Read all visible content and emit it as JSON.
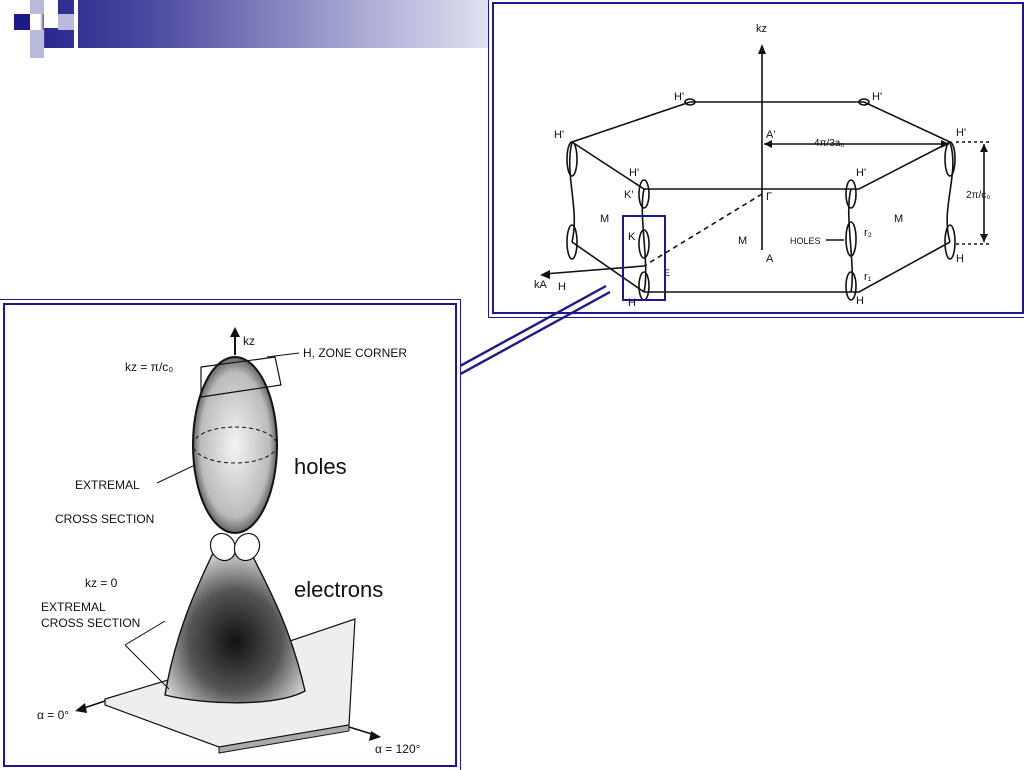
{
  "colors": {
    "frame": "#1a1a8c",
    "arrow": "#1a1a8c",
    "deco_dark": "#1a1a8c",
    "deco_light": "#b9b9dc"
  },
  "bz_diagram": {
    "kz_axis": "kz",
    "ka_axis": "kA",
    "h_prime_1": "H'",
    "h_prime_2": "H'",
    "h_prime_3": "H'",
    "h_prime_4": "H'",
    "h_prime_5": "H'",
    "h_prime_6": "H'",
    "a_prime": "A'",
    "dim_top": "4π/3a₀",
    "dim_side": "2π/c₀",
    "k_prime": "K'",
    "gamma": "Γ",
    "k_label": "K",
    "m_left": "M",
    "m_center": "M",
    "m_right": "M",
    "a_label": "A",
    "holes_label": "HOLES",
    "r2_label": "r₂",
    "r1_label": "r₁",
    "e_label": "E",
    "h_bottom_left": "H",
    "h_bottom_mid": "H",
    "h_bottom_right": "H",
    "h_right": "H"
  },
  "fs_diagram": {
    "kz_axis": "kz",
    "kz_pi": "kz = π/c₀",
    "zone_corner": "H, ZONE CORNER",
    "extremal_1": "EXTREMAL",
    "cross_section_1": "CROSS SECTION",
    "kz_zero": "kz = 0",
    "extremal_2": "EXTREMAL",
    "cross_section_2": "CROSS SECTION",
    "alpha_0": "α = 0°",
    "alpha_120": "α = 120°"
  },
  "captions": {
    "holes": "holes",
    "electrons": "electrons"
  }
}
